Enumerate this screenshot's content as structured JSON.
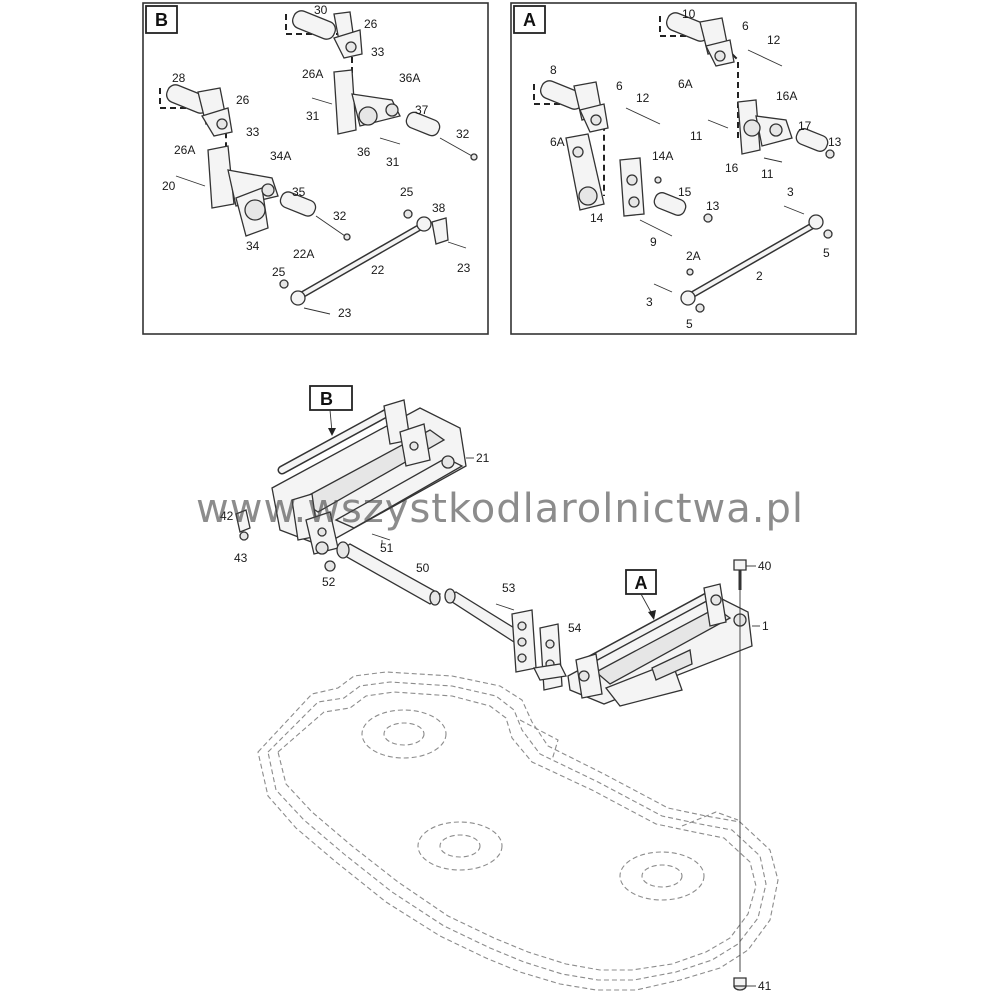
{
  "watermark": "www.wszystkodlarolnictwa.pl",
  "colors": {
    "line": "#333333",
    "background": "#ffffff",
    "watermark": "#555555"
  },
  "panel_a": {
    "tag": "A",
    "callouts": [
      {
        "label": "10"
      },
      {
        "label": "6"
      },
      {
        "label": "12"
      },
      {
        "label": "6A"
      },
      {
        "label": "8"
      },
      {
        "label": "6"
      },
      {
        "label": "12"
      },
      {
        "label": "6A"
      },
      {
        "label": "16A"
      },
      {
        "label": "11"
      },
      {
        "label": "17"
      },
      {
        "label": "13"
      },
      {
        "label": "16"
      },
      {
        "label": "11"
      },
      {
        "label": "14A"
      },
      {
        "label": "15"
      },
      {
        "label": "13"
      },
      {
        "label": "14"
      },
      {
        "label": "9"
      },
      {
        "label": "3"
      },
      {
        "label": "5"
      },
      {
        "label": "2A"
      },
      {
        "label": "2"
      },
      {
        "label": "3"
      },
      {
        "label": "5"
      }
    ]
  },
  "panel_b": {
    "tag": "B",
    "callouts": [
      {
        "label": "30"
      },
      {
        "label": "26"
      },
      {
        "label": "33"
      },
      {
        "label": "26A"
      },
      {
        "label": "36A"
      },
      {
        "label": "28"
      },
      {
        "label": "26"
      },
      {
        "label": "31"
      },
      {
        "label": "37"
      },
      {
        "label": "33"
      },
      {
        "label": "32"
      },
      {
        "label": "26A"
      },
      {
        "label": "36"
      },
      {
        "label": "31"
      },
      {
        "label": "34A"
      },
      {
        "label": "20"
      },
      {
        "label": "35"
      },
      {
        "label": "32"
      },
      {
        "label": "34"
      },
      {
        "label": "25"
      },
      {
        "label": "38"
      },
      {
        "label": "22A"
      },
      {
        "label": "25"
      },
      {
        "label": "22"
      },
      {
        "label": "23"
      },
      {
        "label": "23"
      }
    ]
  },
  "main": {
    "tag_a": "A",
    "tag_b": "B",
    "callouts": [
      {
        "label": "21"
      },
      {
        "label": "42"
      },
      {
        "label": "43"
      },
      {
        "label": "51"
      },
      {
        "label": "50"
      },
      {
        "label": "52"
      },
      {
        "label": "53"
      },
      {
        "label": "54"
      },
      {
        "label": "40"
      },
      {
        "label": "1"
      },
      {
        "label": "41"
      }
    ]
  }
}
